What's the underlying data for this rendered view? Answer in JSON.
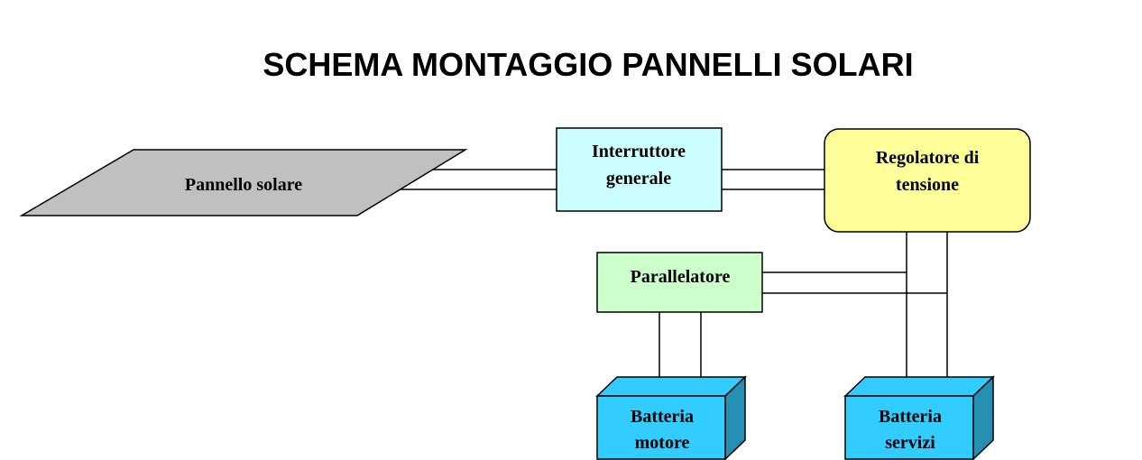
{
  "title": "SCHEMA MONTAGGIO PANNELLI SOLARI",
  "nodes": {
    "pannello": {
      "line1": "Pannello solare",
      "fill": "#c0c0c0"
    },
    "interruttore": {
      "line1": "Interruttore",
      "line2": "generale",
      "fill": "#ccffff"
    },
    "regolatore": {
      "line1": "Regolatore di",
      "line2": "tensione",
      "fill": "#ffff99"
    },
    "parallelatore": {
      "line1": "Parallelatore",
      "fill": "#ccffcc"
    },
    "batteria_motore": {
      "line1": "Batteria",
      "line2": "motore",
      "fill": "#33ccff"
    },
    "batteria_servizi": {
      "line1": "Batteria",
      "line2": "servizi",
      "fill": "#33ccff"
    }
  }
}
